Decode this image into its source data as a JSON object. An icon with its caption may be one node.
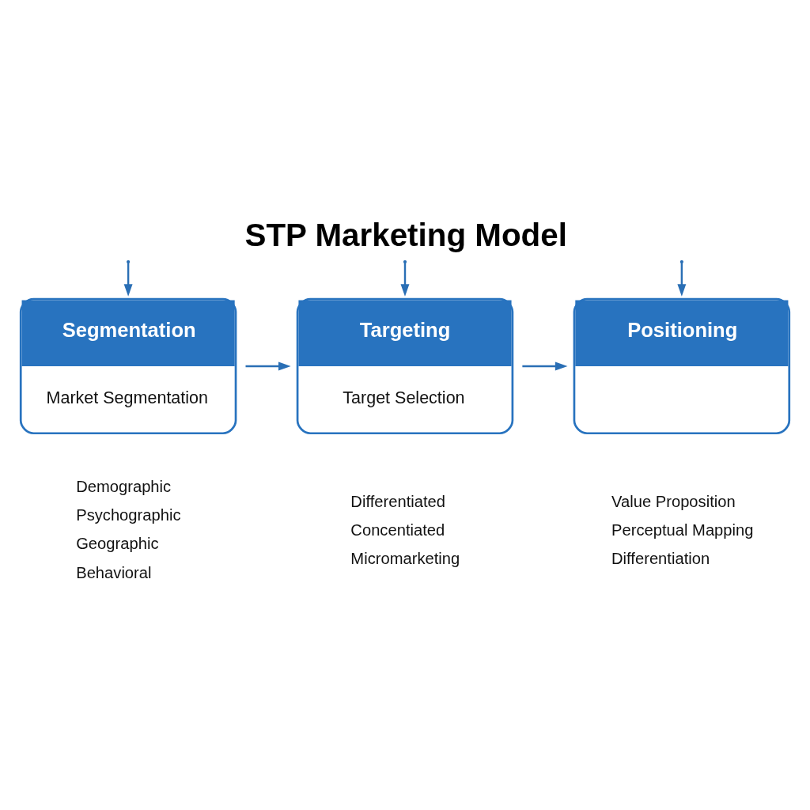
{
  "diagram": {
    "title": "STP Marketing Model",
    "nodes": [
      {
        "text": [
          "Segmentation",
          "Market Segmentation"
        ],
        "beside": [
          "Demographic",
          "Psychographic",
          "Geographic",
          "Behavioral"
        ]
      },
      {
        "text": [
          "Targeting",
          "Target Selection"
        ],
        "beside": [
          "Differentiated",
          "Concentiated",
          "Micromarketing"
        ]
      },
      {
        "text": [
          "Positioning"
        ],
        "beside": [
          "Value Proposition",
          "Perceptual Mapping",
          "Differentiation"
        ]
      }
    ],
    "edges": [
      {
        "from": null,
        "to": 0,
        "arrow": "to"
      },
      {
        "from": null,
        "to": 1,
        "arrow": "to"
      },
      {
        "from": null,
        "to": 2,
        "arrow": "to"
      },
      {
        "from": 0,
        "to": 1,
        "arrow": "to"
      },
      {
        "from": 1,
        "to": 2,
        "arrow": "to"
      }
    ]
  }
}
